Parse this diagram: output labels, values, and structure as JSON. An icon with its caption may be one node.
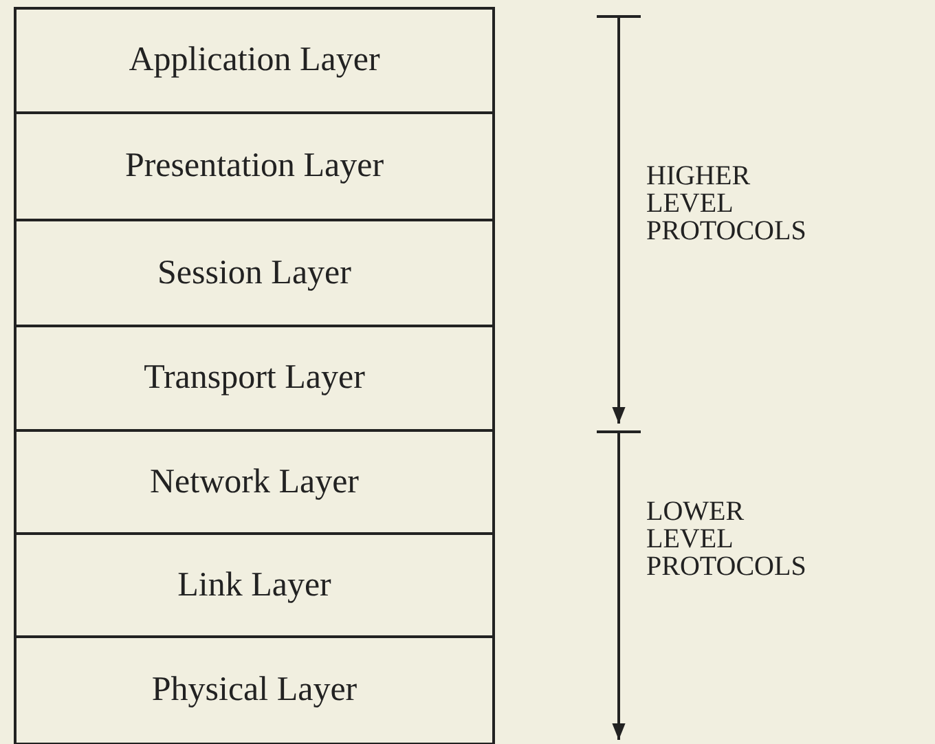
{
  "diagram": {
    "nodes": [
      {
        "text": [
          "Application Layer"
        ]
      },
      {
        "text": [
          "Presentation Layer"
        ]
      },
      {
        "text": [
          "Session Layer"
        ]
      },
      {
        "text": [
          "Transport Layer"
        ]
      },
      {
        "text": [
          "Network Layer"
        ]
      },
      {
        "text": [
          "Link Layer"
        ]
      },
      {
        "text": [
          "Physical Layer"
        ]
      }
    ],
    "edges": [],
    "labels": [
      "HIGHER LEVEL PROTOCOLS",
      "LOWER LEVEL PROTOCOLS"
    ]
  }
}
